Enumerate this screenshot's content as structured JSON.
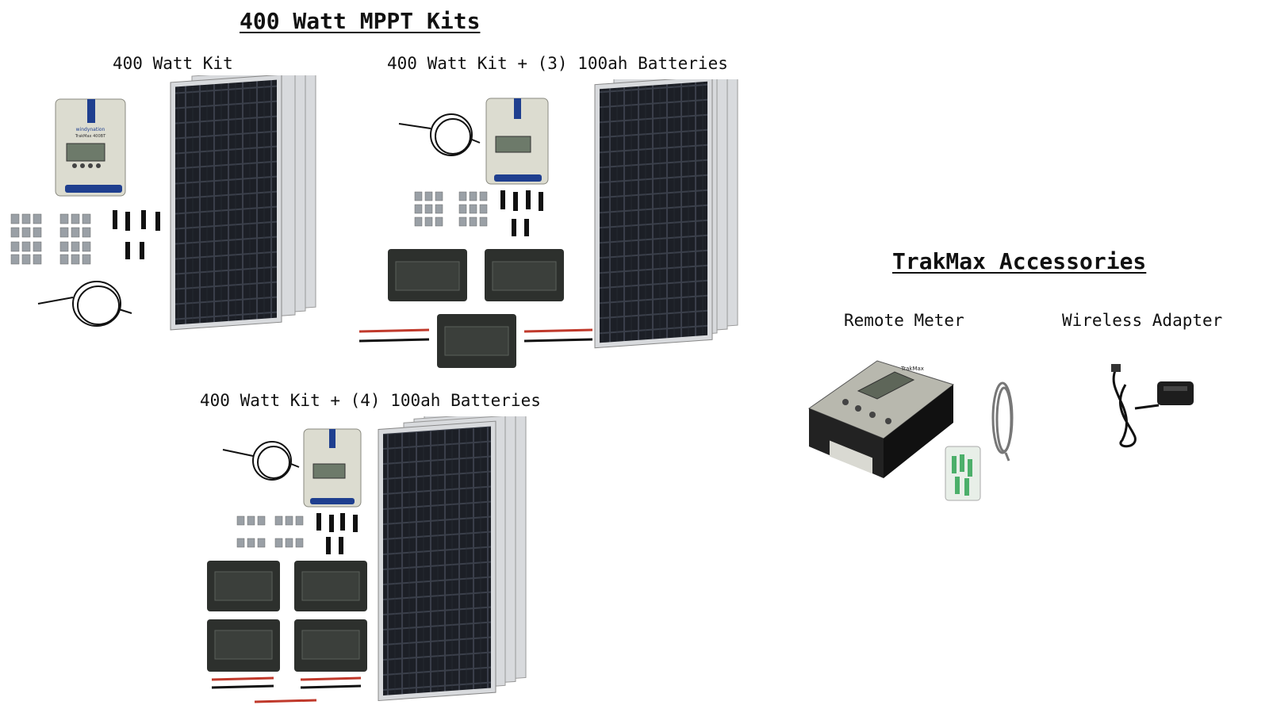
{
  "kits": {
    "title": "400 Watt MPPT Kits",
    "kit_basic": {
      "label": "400 Watt Kit"
    },
    "kit_3batt": {
      "label": "400 Watt Kit + (3) 100ah Batteries"
    },
    "kit_4batt": {
      "label": "400 Watt Kit + (4) 100ah Batteries"
    }
  },
  "accessories": {
    "title": "TrakMax Accessories",
    "remote_meter": {
      "label": "Remote Meter"
    },
    "wireless_adapter": {
      "label": "Wireless Adapter"
    }
  },
  "product_text": {
    "brand": "windynation",
    "controller_model": "TrakMax 400BT",
    "meter_model": "TrakMax"
  },
  "colors": {
    "panel_cell": "#1c1f26",
    "panel_frame": "#d8dadd",
    "controller_body": "#dcdcd0",
    "controller_accent": "#1f3f8f",
    "battery": "#2d302d",
    "cable_red": "#c0392b"
  }
}
